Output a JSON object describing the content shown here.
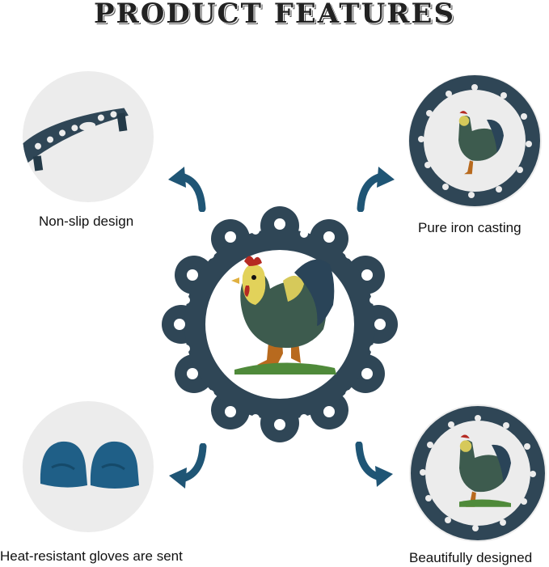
{
  "title": "PRODUCT FEATURES",
  "features": [
    {
      "label": "Non-slip design"
    },
    {
      "label": "Pure iron casting"
    },
    {
      "label": "Heat-resistant gloves are sent"
    },
    {
      "label": "Beautifully designed"
    }
  ],
  "colors": {
    "iron": "#2f4656",
    "arrow": "#1f5575",
    "glove": "#1f5f87",
    "circle_bg": "#ececec"
  },
  "icons": [
    "curved-arrow-icon",
    "rooster-icon",
    "trivet-icon",
    "glove-icon"
  ]
}
